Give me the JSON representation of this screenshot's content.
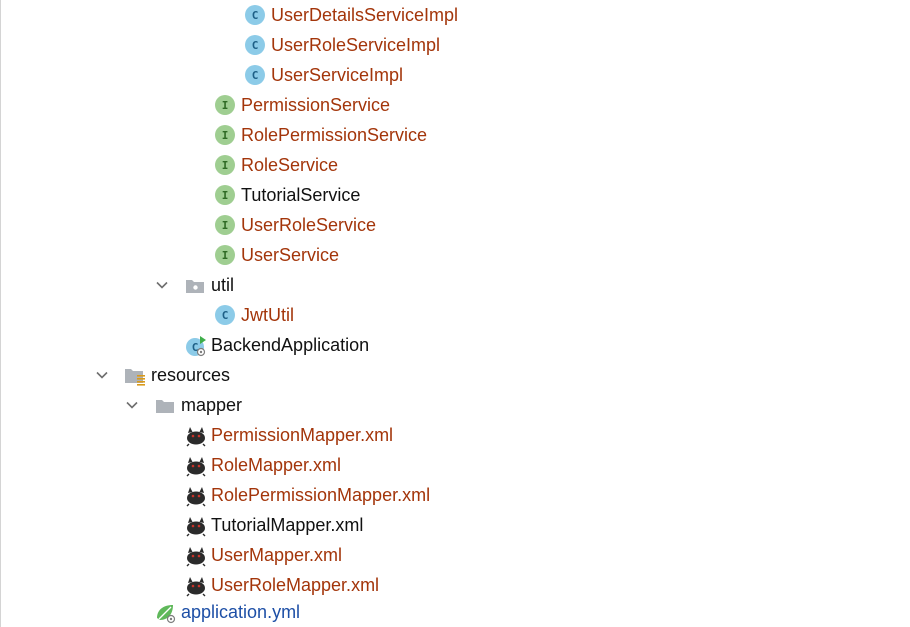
{
  "tree": {
    "items": [
      {
        "label": "UserDetailsServiceImpl",
        "icon": "class-icon",
        "color": "#a3350a"
      },
      {
        "label": "UserRoleServiceImpl",
        "icon": "class-icon",
        "color": "#a3350a"
      },
      {
        "label": "UserServiceImpl",
        "icon": "class-icon",
        "color": "#a3350a"
      },
      {
        "label": "PermissionService",
        "icon": "interface-icon",
        "color": "#a3350a"
      },
      {
        "label": "RolePermissionService",
        "icon": "interface-icon",
        "color": "#a3350a"
      },
      {
        "label": "RoleService",
        "icon": "interface-icon",
        "color": "#a3350a"
      },
      {
        "label": "TutorialService",
        "icon": "interface-icon",
        "color": "#111111"
      },
      {
        "label": "UserRoleService",
        "icon": "interface-icon",
        "color": "#a3350a"
      },
      {
        "label": "UserService",
        "icon": "interface-icon",
        "color": "#a3350a"
      },
      {
        "label": "util",
        "icon": "package-folder-icon",
        "color": "#111111"
      },
      {
        "label": "JwtUtil",
        "icon": "class-icon",
        "color": "#a3350a"
      },
      {
        "label": "BackendApplication",
        "icon": "spring-boot-application-icon",
        "color": "#111111"
      },
      {
        "label": "resources",
        "icon": "resources-folder-icon",
        "color": "#111111"
      },
      {
        "label": "mapper",
        "icon": "folder-icon",
        "color": "#111111"
      },
      {
        "label": "PermissionMapper.xml",
        "icon": "mybatis-icon",
        "color": "#a3350a"
      },
      {
        "label": "RoleMapper.xml",
        "icon": "mybatis-icon",
        "color": "#a3350a"
      },
      {
        "label": "RolePermissionMapper.xml",
        "icon": "mybatis-icon",
        "color": "#a3350a"
      },
      {
        "label": "TutorialMapper.xml",
        "icon": "mybatis-icon",
        "color": "#111111"
      },
      {
        "label": "UserMapper.xml",
        "icon": "mybatis-icon",
        "color": "#a3350a"
      },
      {
        "label": "UserRoleMapper.xml",
        "icon": "mybatis-icon",
        "color": "#a3350a"
      },
      {
        "label": "application.yml",
        "icon": "spring-config-icon",
        "color": "#1d4fa6"
      }
    ]
  },
  "icons": {
    "class_badge": "C",
    "interface_badge": "I"
  }
}
